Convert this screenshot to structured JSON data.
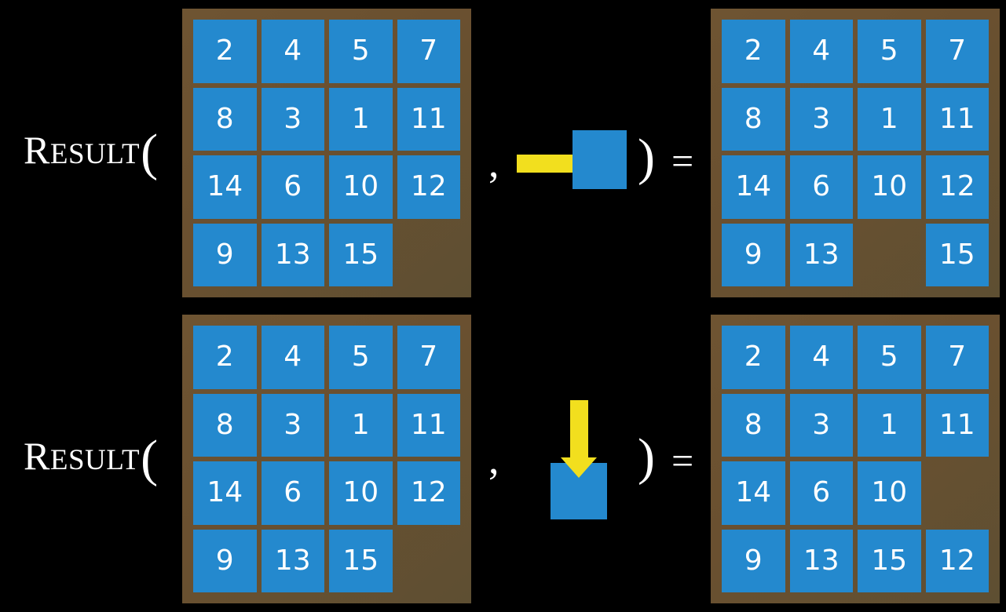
{
  "page": {
    "background_color": "#000000",
    "tile_color": "#2489ce",
    "board_color": "#6b5130",
    "arrow_color": "#f2df1e",
    "text_color": "#ffffff"
  },
  "rows": [
    {
      "label": {
        "cap": "R",
        "rest": "ESULT",
        "open_paren": "("
      },
      "input_board": {
        "name": "input-board-row1",
        "rows": [
          [
            "2",
            "4",
            "5",
            "7"
          ],
          [
            "8",
            "3",
            "1",
            "11"
          ],
          [
            "14",
            "6",
            "10",
            "12"
          ],
          [
            "9",
            "13",
            "15",
            ""
          ]
        ]
      },
      "operator": {
        "comma": ",",
        "arrow_direction": "right",
        "arrow_icon_name": "arrow-right-icon",
        "blank_tile_label": "",
        "close_paren": ")",
        "equals": "="
      },
      "output_board": {
        "name": "output-board-row1",
        "rows": [
          [
            "2",
            "4",
            "5",
            "7"
          ],
          [
            "8",
            "3",
            "1",
            "11"
          ],
          [
            "14",
            "6",
            "10",
            "12"
          ],
          [
            "9",
            "13",
            "",
            "15"
          ]
        ]
      }
    },
    {
      "label": {
        "cap": "R",
        "rest": "ESULT",
        "open_paren": "("
      },
      "input_board": {
        "name": "input-board-row2",
        "rows": [
          [
            "2",
            "4",
            "5",
            "7"
          ],
          [
            "8",
            "3",
            "1",
            "11"
          ],
          [
            "14",
            "6",
            "10",
            "12"
          ],
          [
            "9",
            "13",
            "15",
            ""
          ]
        ]
      },
      "operator": {
        "comma": ",",
        "arrow_direction": "down",
        "arrow_icon_name": "arrow-down-icon",
        "blank_tile_label": "",
        "close_paren": ")",
        "equals": "="
      },
      "output_board": {
        "name": "output-board-row2",
        "rows": [
          [
            "2",
            "4",
            "5",
            "7"
          ],
          [
            "8",
            "3",
            "1",
            "11"
          ],
          [
            "14",
            "6",
            "10",
            ""
          ],
          [
            "9",
            "13",
            "15",
            "12"
          ]
        ]
      }
    }
  ]
}
